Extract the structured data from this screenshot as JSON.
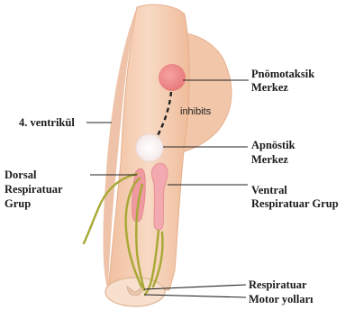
{
  "labels": {
    "pnomotaksik_line1": "Pnömotaksik",
    "pnomotaksik_line2": "Merkez",
    "ventrikul": "4. ventrikül",
    "apnostik_line1": "Apnöstik",
    "apnostik_line2": "Merkez",
    "dorsal_line1": "Dorsal",
    "dorsal_line2": "Respiratuar",
    "dorsal_line3": "Grup",
    "ventral_line1": "Ventral",
    "ventral_line2": "Respiratuar Grup",
    "motor_line1": "Respiratuar",
    "motor_line2": "Motor yolları",
    "inhibits": "inhibits"
  },
  "colors": {
    "brainstem": "#f6d0b4",
    "brainstem_shadow": "#eab493",
    "pneumotaxic": "#ee8a8a",
    "respiratory_group": "#eea0a6",
    "nerve": "#a7a834",
    "apneustic": "#ffffff"
  }
}
